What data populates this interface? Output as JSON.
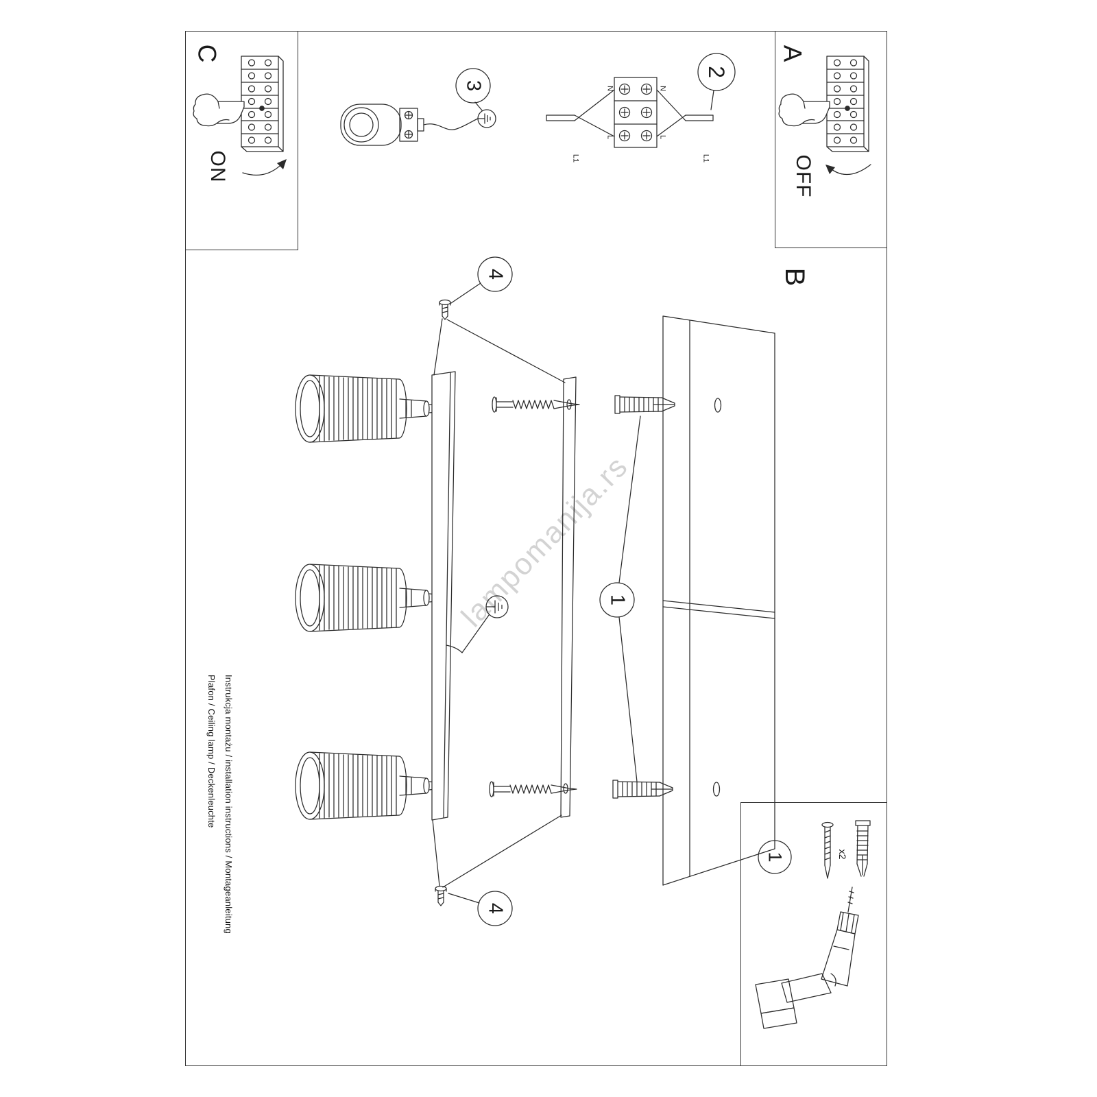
{
  "watermark": "lampomanija.rs",
  "panel_c": {
    "label": "C",
    "state": "ON"
  },
  "panel_a": {
    "label": "A",
    "state": "OFF"
  },
  "panel_b": {
    "label": "B"
  },
  "callouts": {
    "wiring": "2",
    "socket": "3",
    "screw_top": "4",
    "anchors": "1",
    "screw_bottom": "4",
    "parts_kit": "1"
  },
  "wiring_labels": {
    "n_left": "N",
    "n_right": "N",
    "l_left": "L",
    "l_right": "L",
    "l1_left": "L1",
    "l1_right": "L1"
  },
  "parts_kit": {
    "quantity": "x2"
  },
  "footer": {
    "line1": "Instrukcja montażu / installation instructions / Montageanleitung",
    "line2": "Plafon / Ceiling lamp / Deckenleuchte"
  }
}
